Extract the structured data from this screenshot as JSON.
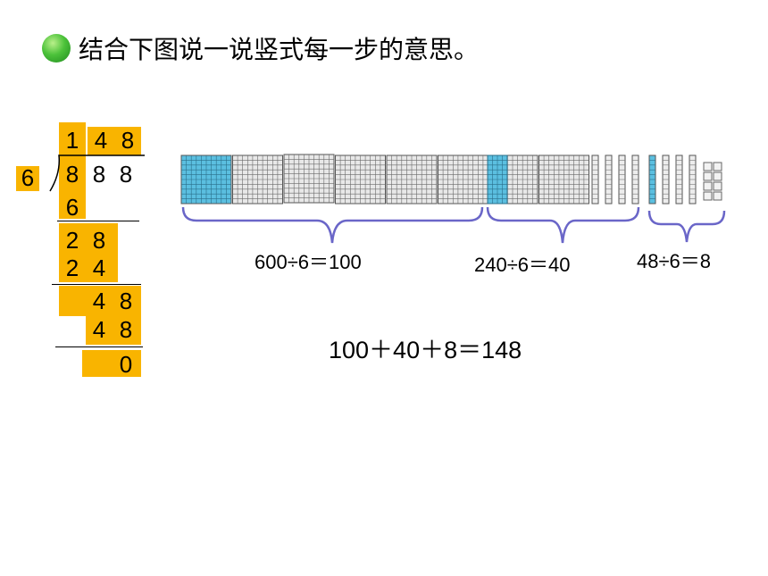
{
  "title": "结合下图说一说竖式每一步的意思。",
  "division": {
    "divisor": "6",
    "dividend": [
      "8",
      "8",
      "8"
    ],
    "quotient": [
      "1",
      "4",
      "8"
    ],
    "step1_product": "6",
    "step2_remainder": [
      "2",
      "8"
    ],
    "step2_product": [
      "2",
      "4"
    ],
    "step3_remainder": [
      "4",
      "8"
    ],
    "step3_product": [
      "4",
      "8"
    ],
    "final_remainder": "0"
  },
  "blocks": {
    "hundreds_count": 6,
    "tens_count_group2": 4,
    "tens_count_group3": 4,
    "ones_count": 8,
    "colors": {
      "highlight": "#5bbfe0",
      "gray": "#9a9a9a",
      "brace": "#6a66c8",
      "orange": "#f9b400"
    }
  },
  "equations": {
    "eq1": "600÷6＝100",
    "eq2": "240÷6＝40",
    "eq3": "48÷6＝8",
    "total": "100＋40＋8＝148"
  }
}
